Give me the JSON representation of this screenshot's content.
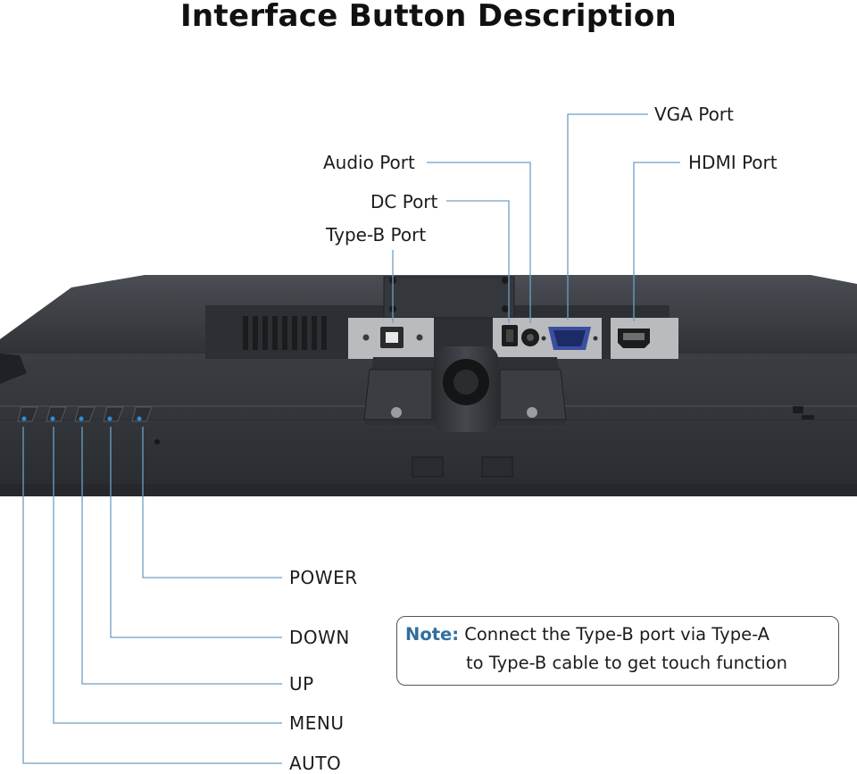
{
  "title": "Interface Button Description",
  "ports": {
    "vga": "VGA Port",
    "hdmi": "HDMI Port",
    "audio": "Audio Port",
    "dc": "DC Port",
    "typeb": "Type-B Port"
  },
  "buttons": {
    "power": "POWER",
    "down": "DOWN",
    "up": "UP",
    "menu": "MENU",
    "auto": "AUTO"
  },
  "note": {
    "keyword": "Note:",
    "line1": "Connect the Type-B port via Type-A",
    "line2": "to Type-B cable to get touch function"
  },
  "colors": {
    "leader_line": "#6f9fc2",
    "note_keyword": "#2f6f9f",
    "monitor_body": "#3a3d42",
    "button_led": "#2a8fd8"
  }
}
